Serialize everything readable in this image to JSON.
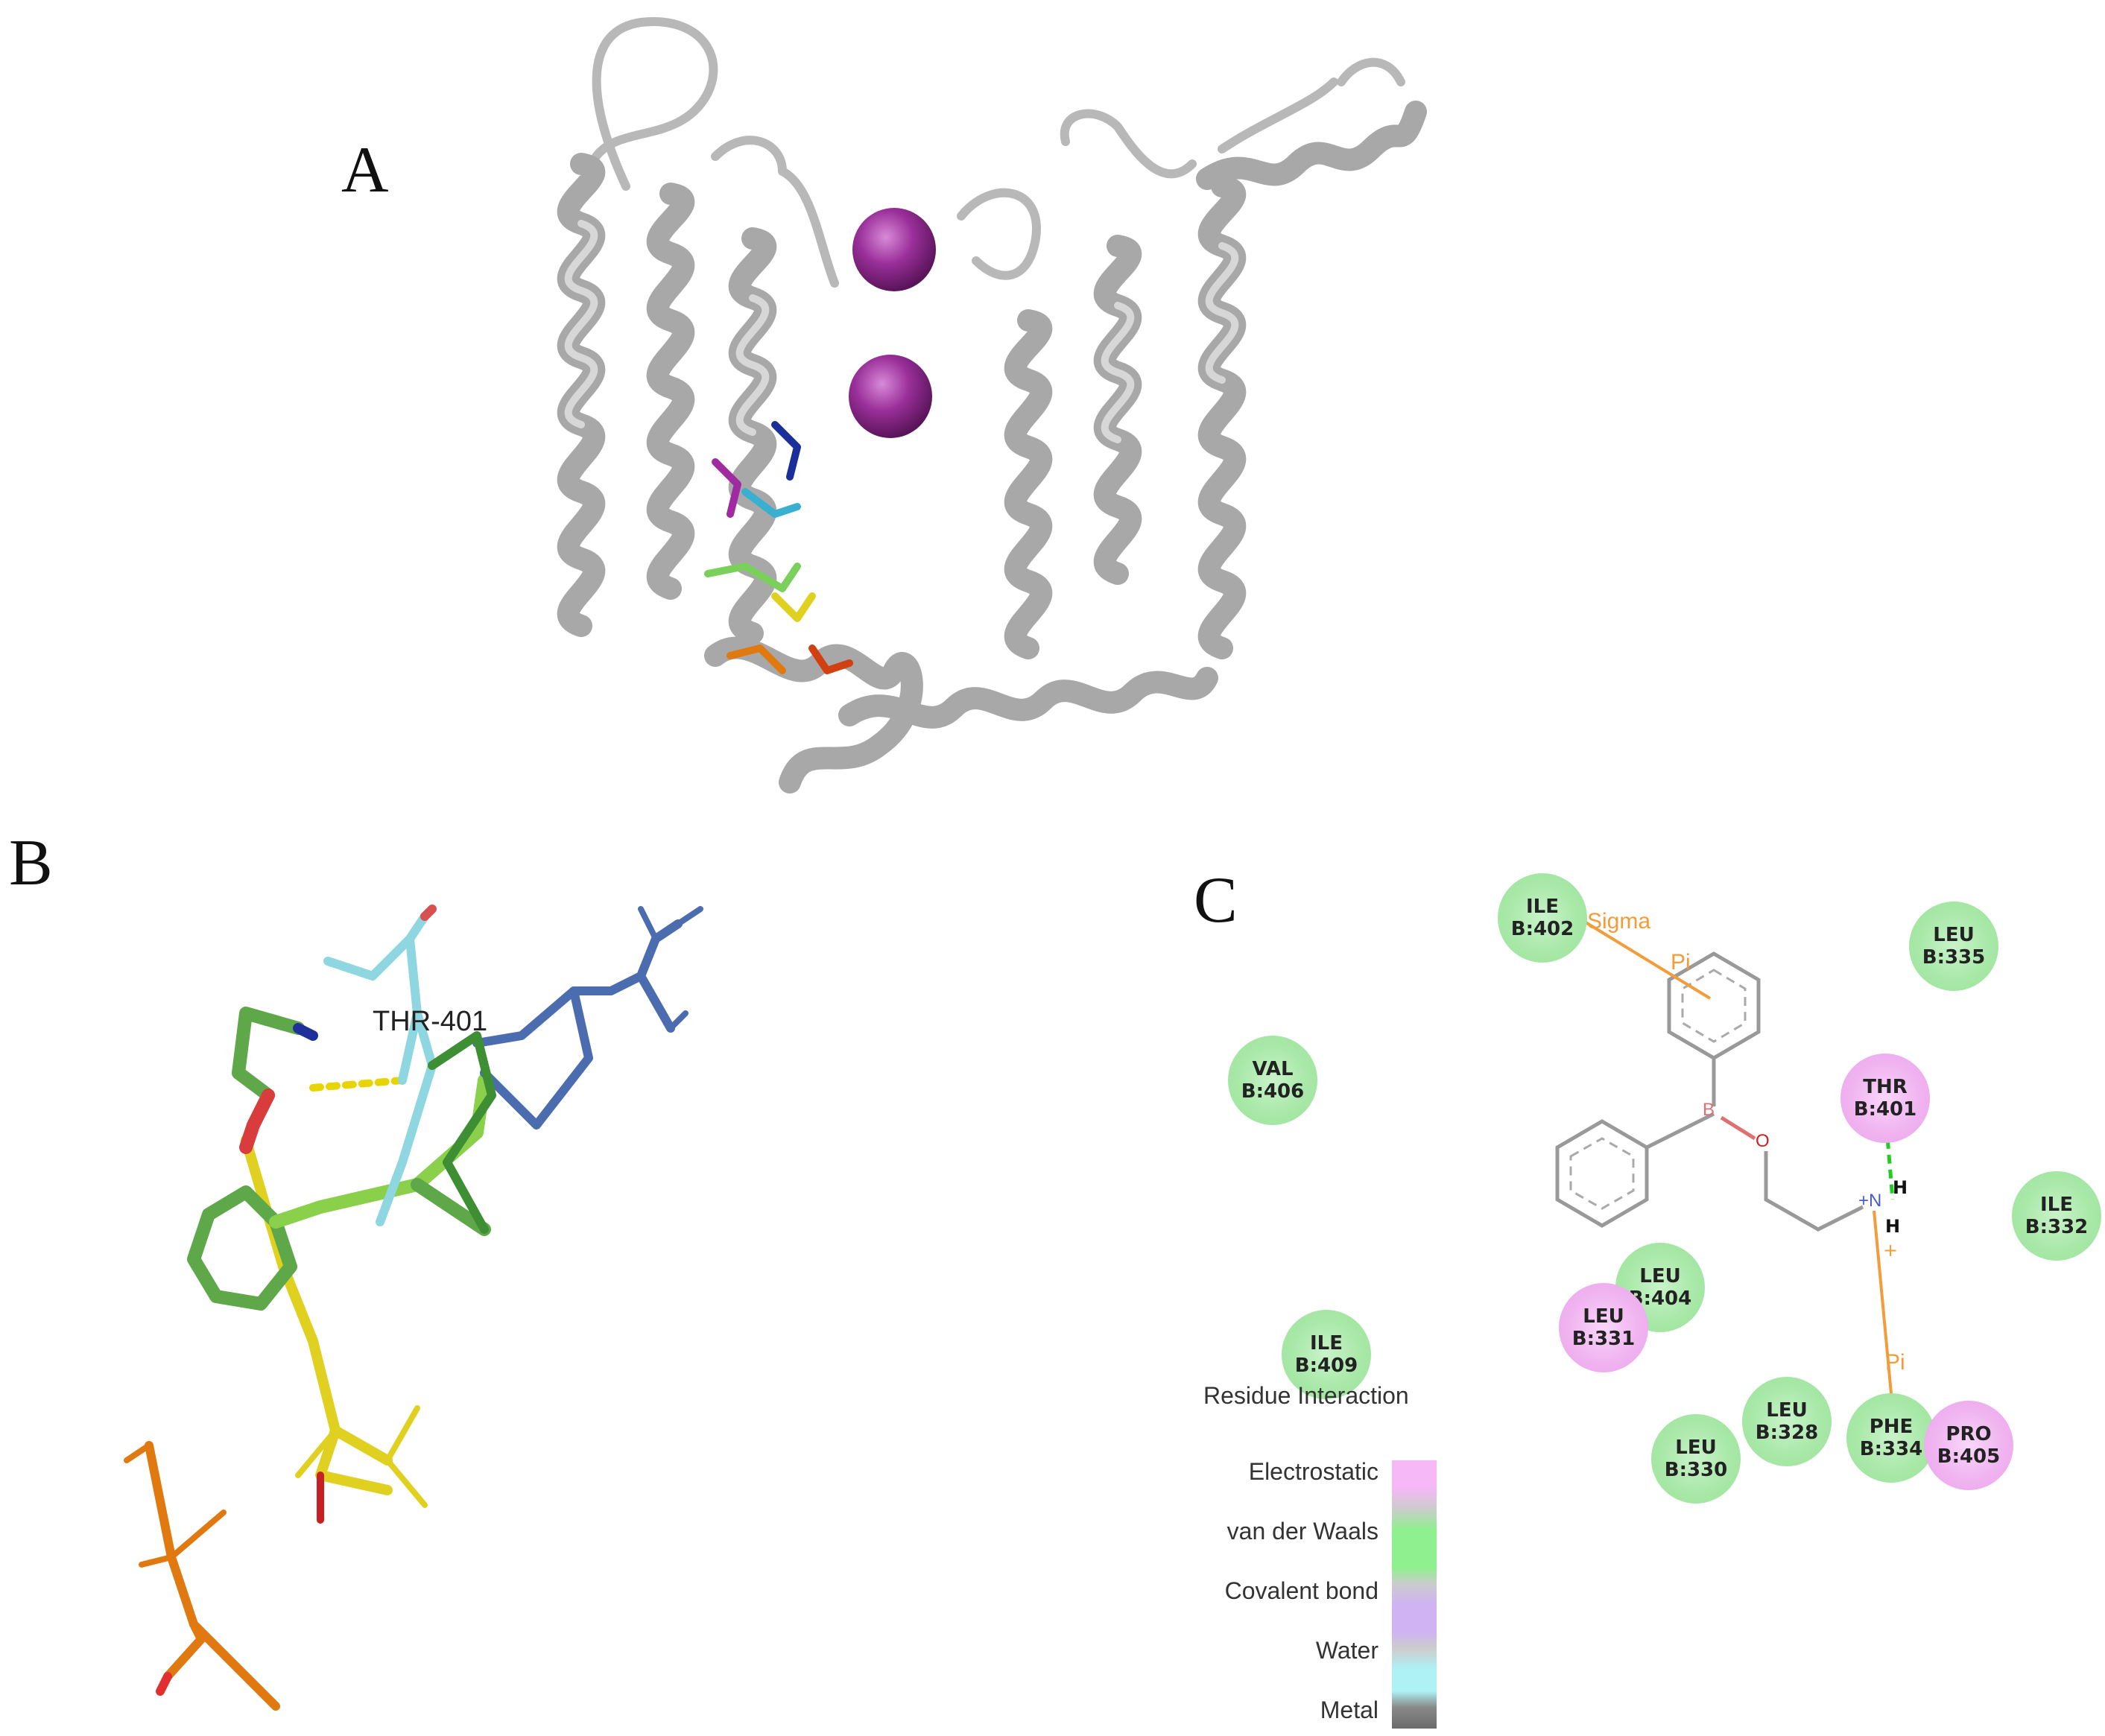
{
  "panels": {
    "a": "A",
    "b": "B",
    "c": "C"
  },
  "panel_b": {
    "thr_label": "THR-401"
  },
  "panel_c": {
    "residues": [
      {
        "name": "ILE",
        "id": "B:402",
        "type": "vdw"
      },
      {
        "name": "LEU",
        "id": "B:335",
        "type": "vdw"
      },
      {
        "name": "VAL",
        "id": "B:406",
        "type": "vdw"
      },
      {
        "name": "THR",
        "id": "B:401",
        "type": "electrostatic"
      },
      {
        "name": "ILE",
        "id": "B:332",
        "type": "vdw"
      },
      {
        "name": "LEU",
        "id": "B:404",
        "type": "vdw"
      },
      {
        "name": "LEU",
        "id": "B:331",
        "type": "electrostatic"
      },
      {
        "name": "ILE",
        "id": "B:409",
        "type": "vdw"
      },
      {
        "name": "LEU",
        "id": "B:328",
        "type": "vdw"
      },
      {
        "name": "PHE",
        "id": "B:334",
        "type": "vdw"
      },
      {
        "name": "PRO",
        "id": "B:405",
        "type": "electrostatic"
      },
      {
        "name": "LEU",
        "id": "B:330",
        "type": "vdw"
      }
    ],
    "interaction_labels": {
      "sigma": "Sigma",
      "pi_top": "Pi",
      "pi_bottom": "Pi",
      "h1": "H",
      "h2": "H",
      "plus": "+",
      "nitrogen": "+N",
      "boron": "B",
      "oxygen": "O"
    },
    "legend": {
      "title": "Residue Interaction",
      "items": [
        {
          "label": "Electrostatic",
          "color": "#f6b8f6"
        },
        {
          "label": "van der Waals",
          "color": "#8ef08e"
        },
        {
          "label": "Covalent bond",
          "color": "#cfb3f3"
        },
        {
          "label": "Water",
          "color": "#aef2f6"
        },
        {
          "label": "Metal",
          "color": "#777777"
        }
      ]
    }
  },
  "colors": {
    "protein_ribbon": "#c9c9c9",
    "ion_sphere": "#8e2a8e",
    "hbond": "#e8d400",
    "pi_interaction": "#f39c3a"
  }
}
